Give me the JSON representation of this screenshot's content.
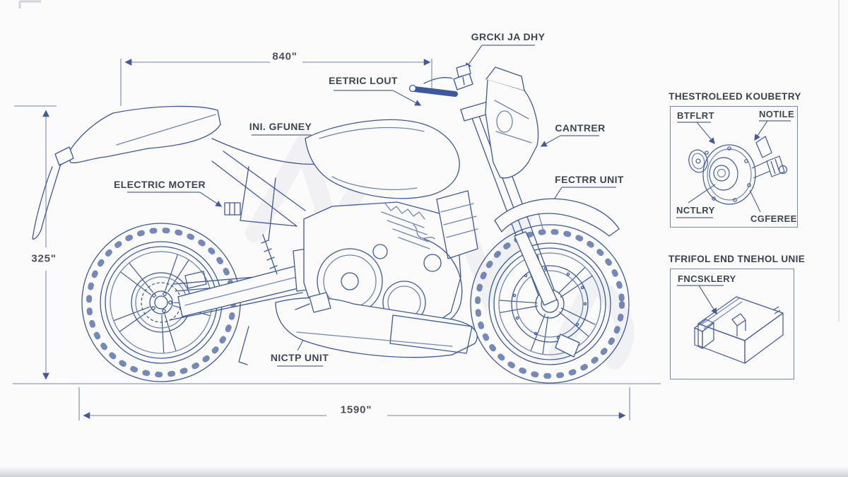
{
  "dims": {
    "top": "840\"",
    "left": "325\"",
    "bottom": "1590\""
  },
  "callouts": {
    "headstock": "GRCKI JA DHY",
    "electric_lout": "EETRIC LOUT",
    "ini_gfuney": "INI. GFUNEY",
    "electric_moter": "ELECTRIC MOTER",
    "cantrer": "CANTRER",
    "fectrr_unit": "FECTRR UNIT",
    "nictp_unit": "NICTP UNIT"
  },
  "panels": {
    "hub_motor": {
      "title": "THESTROLEED KOUBETRY",
      "labels": {
        "top_left": "BTFLRT",
        "top_right": "NOTILE",
        "bottom_left": "NCTLRY",
        "bottom_right": "CGFEREE"
      }
    },
    "battery": {
      "title": "TFRIFOL END TNEHOL UNIE",
      "labels": {
        "top_left": "FNCSKLERY"
      }
    }
  },
  "colors": {
    "line_blue": "#3b58a2",
    "line_light": "#6d84b8",
    "dim_blue": "#8b9cc0",
    "text_dark": "#3d4654"
  }
}
